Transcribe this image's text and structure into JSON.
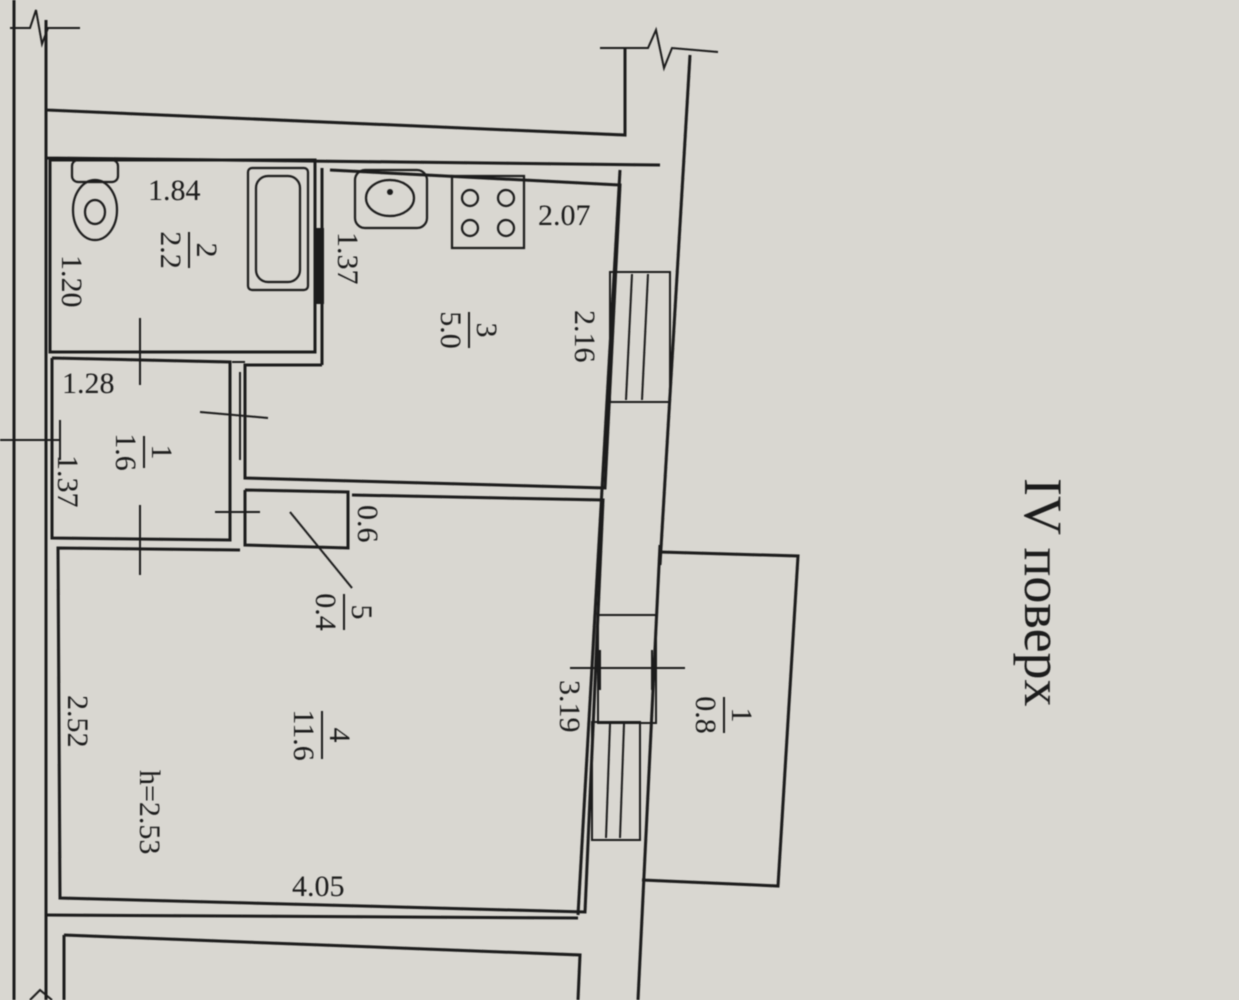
{
  "floor_label": "IV поверх",
  "rooms": [
    {
      "id": "1",
      "area": "1.6"
    },
    {
      "id": "2",
      "area": "2.2"
    },
    {
      "id": "3",
      "area": "5.0"
    },
    {
      "id": "4",
      "area": "11.6"
    },
    {
      "id": "5",
      "area": "0.4"
    },
    {
      "id": "1",
      "area": "0.8"
    }
  ],
  "dimensions": [
    "1.84",
    "1.20",
    "1.37",
    "2.07",
    "2.16",
    "1.28",
    "1.37",
    "0.6",
    "2.52",
    "3.19",
    "4.05"
  ],
  "ceiling_height": "h=2.53"
}
